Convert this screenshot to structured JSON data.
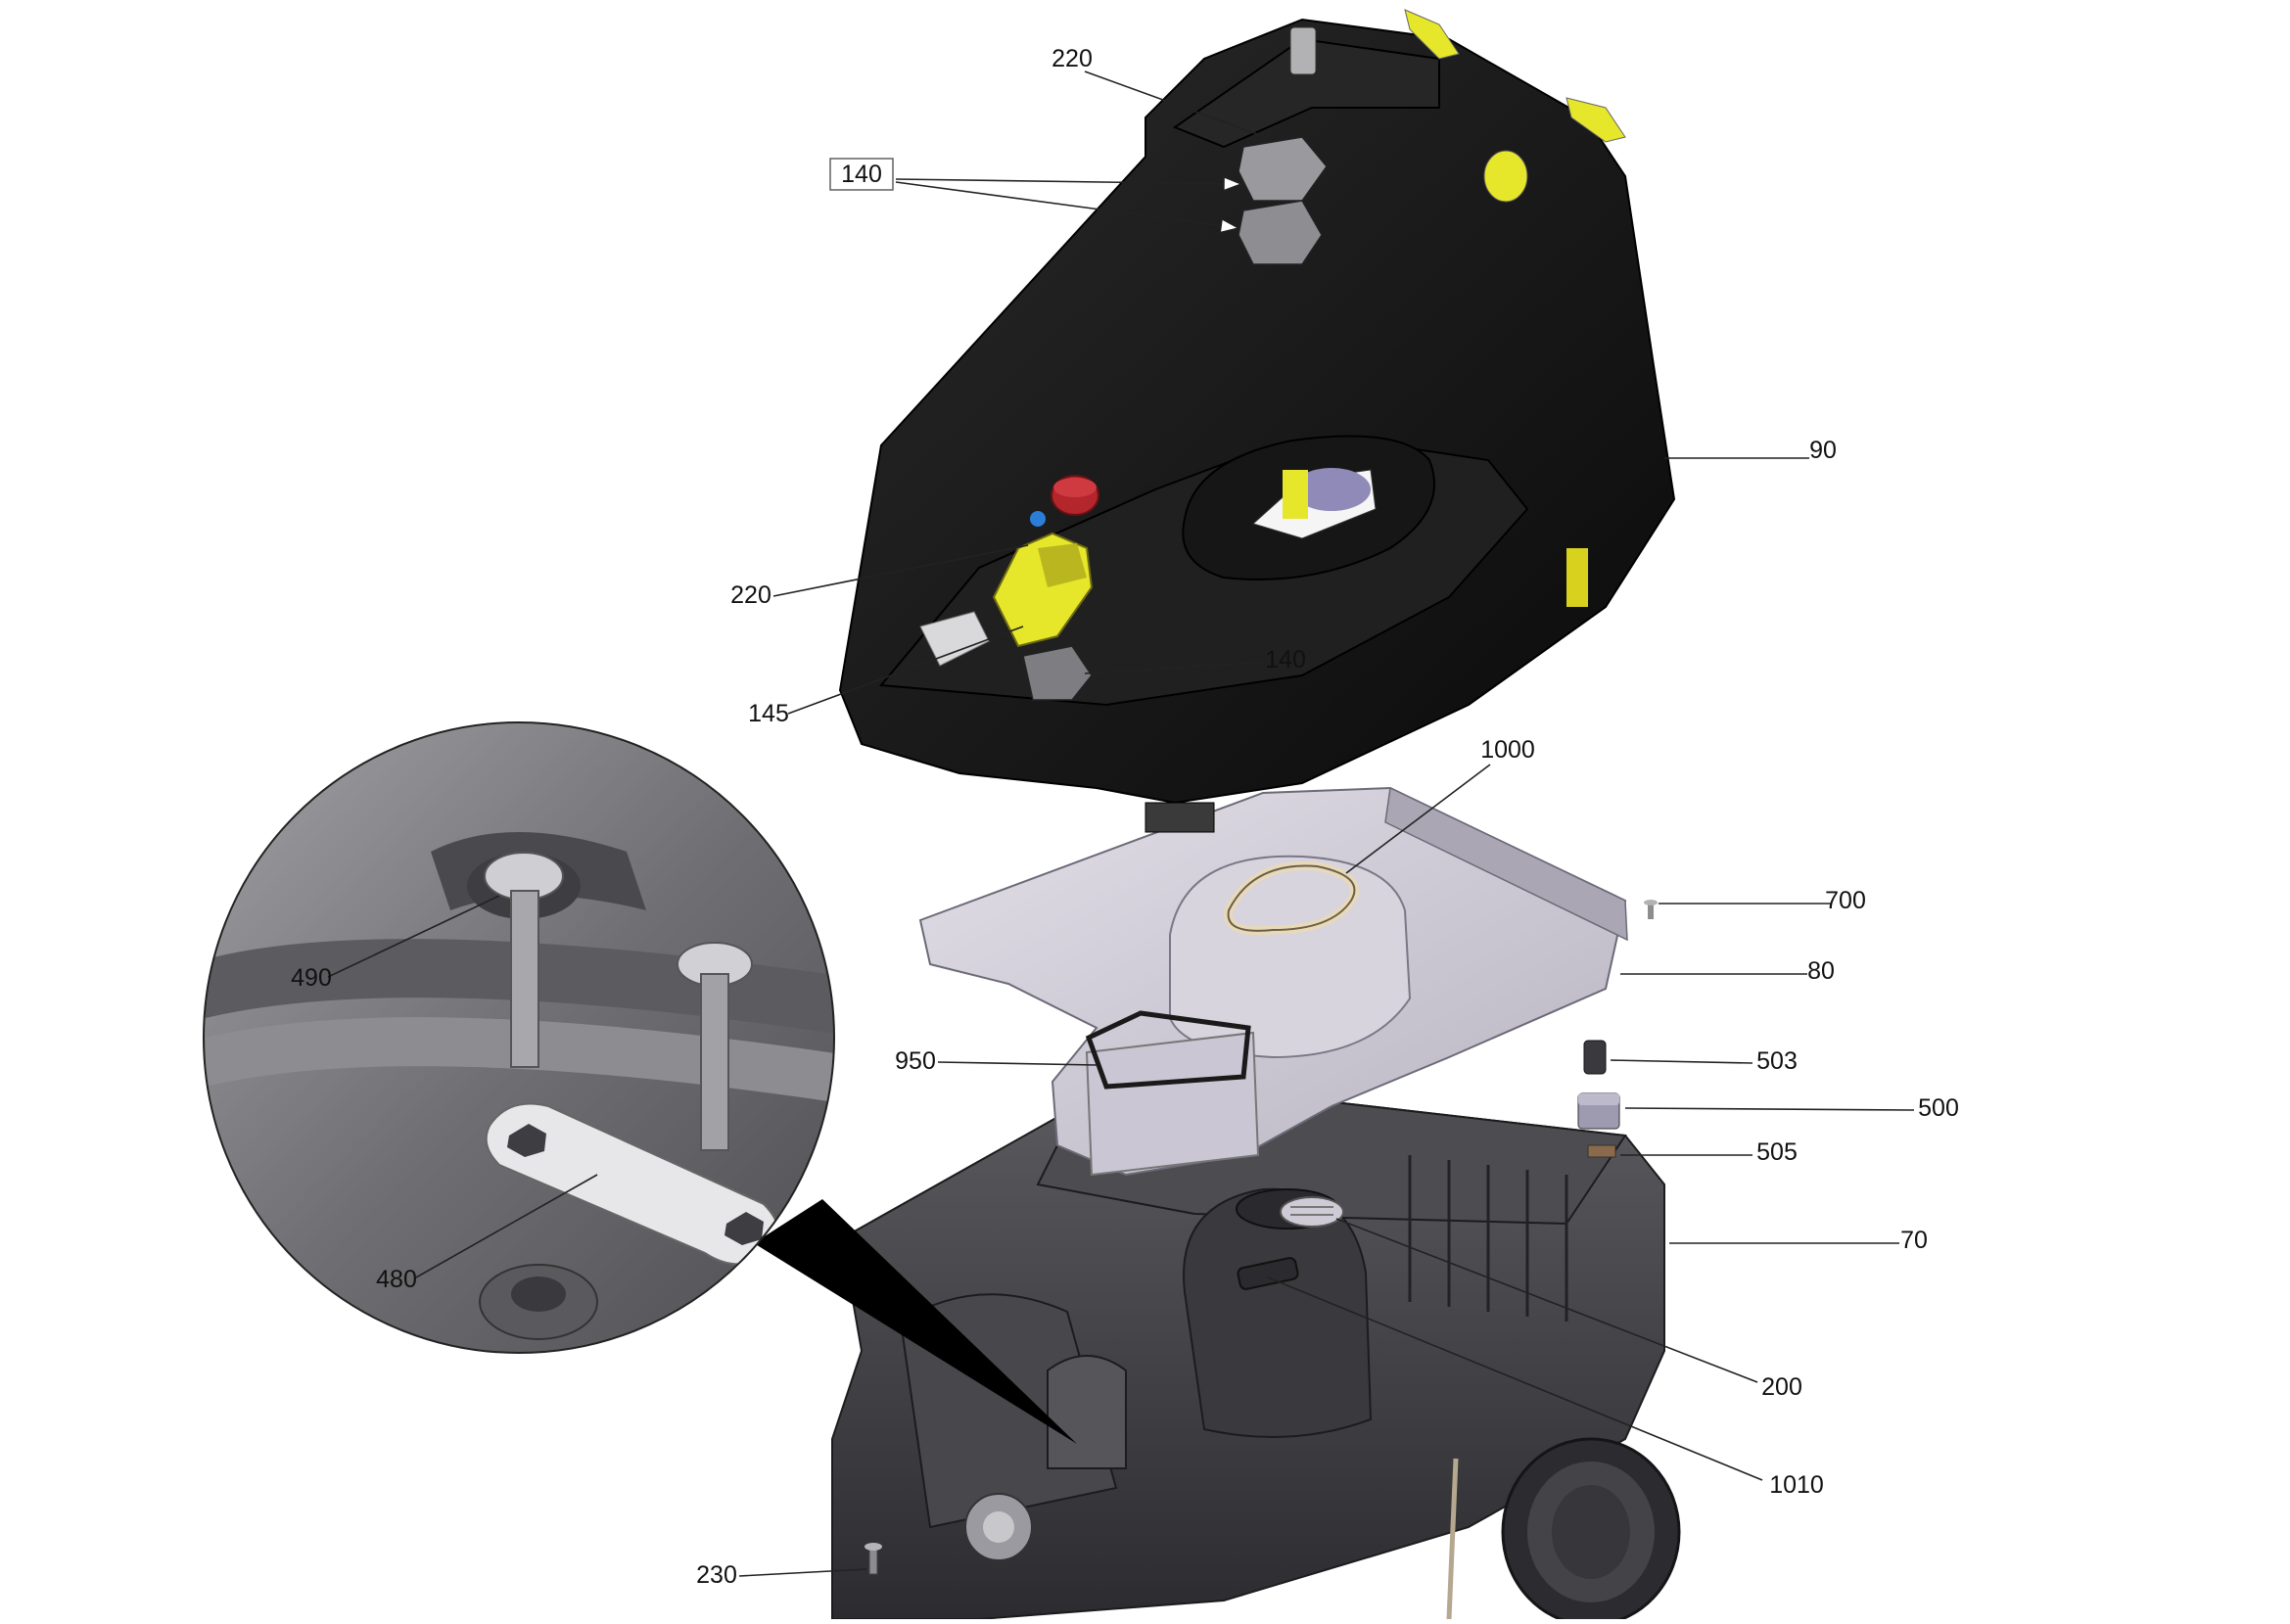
{
  "diagram": {
    "callouts": [
      {
        "id": "c220a",
        "label": "220"
      },
      {
        "id": "c140a",
        "label": "140",
        "boxed": true
      },
      {
        "id": "c90",
        "label": "90"
      },
      {
        "id": "c220b",
        "label": "220"
      },
      {
        "id": "c145",
        "label": "145"
      },
      {
        "id": "c140b",
        "label": "140"
      },
      {
        "id": "c1000",
        "label": "1000"
      },
      {
        "id": "c700",
        "label": "700"
      },
      {
        "id": "c80",
        "label": "80"
      },
      {
        "id": "c950",
        "label": "950"
      },
      {
        "id": "c503",
        "label": "503"
      },
      {
        "id": "c500",
        "label": "500"
      },
      {
        "id": "c505",
        "label": "505"
      },
      {
        "id": "c70",
        "label": "70"
      },
      {
        "id": "c200",
        "label": "200"
      },
      {
        "id": "c1010",
        "label": "1010"
      },
      {
        "id": "c230",
        "label": "230"
      },
      {
        "id": "c490",
        "label": "490"
      },
      {
        "id": "c480",
        "label": "480"
      }
    ],
    "colors": {
      "housing_black": "#141414",
      "accent_yellow": "#e6e62a",
      "plate_lilac": "#cfcbd6",
      "base_gray": "#3f3f43",
      "detail_gray": "#77777b",
      "valve_red": "#b3262c"
    }
  }
}
